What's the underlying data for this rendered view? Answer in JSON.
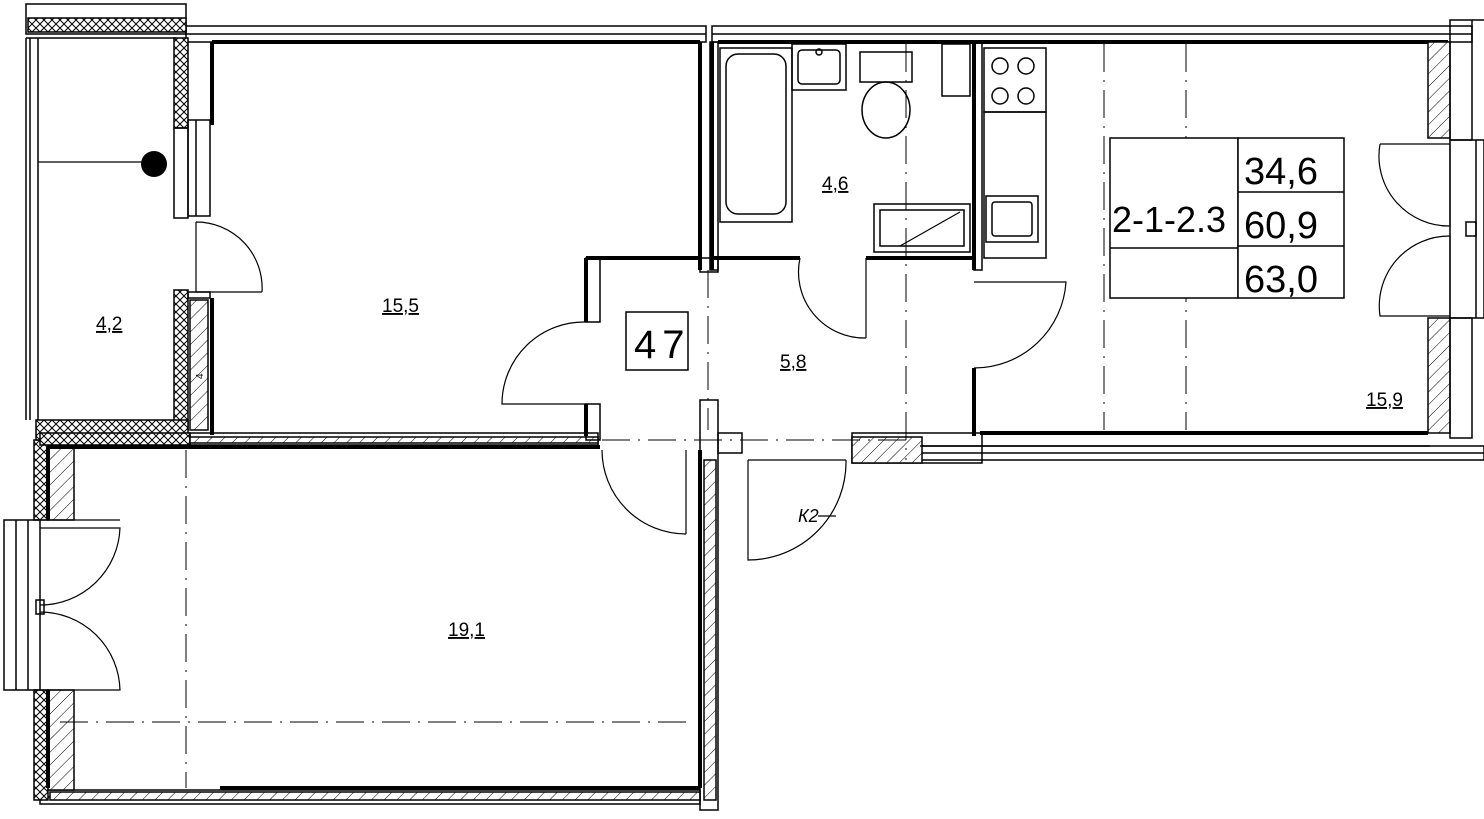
{
  "plan": {
    "apartment_number": "47",
    "type_code": "2-1-2.3",
    "areas_summary": [
      "34,6",
      "60,9",
      "63,0"
    ],
    "entrance_mark": "К2",
    "rooms": {
      "loggia_left": "4,2",
      "bedroom": "15,5",
      "bathroom": "4,6",
      "hallway": "5,8",
      "kitchen": "15,9",
      "living_room": "19,1"
    },
    "wall_note": "4"
  }
}
